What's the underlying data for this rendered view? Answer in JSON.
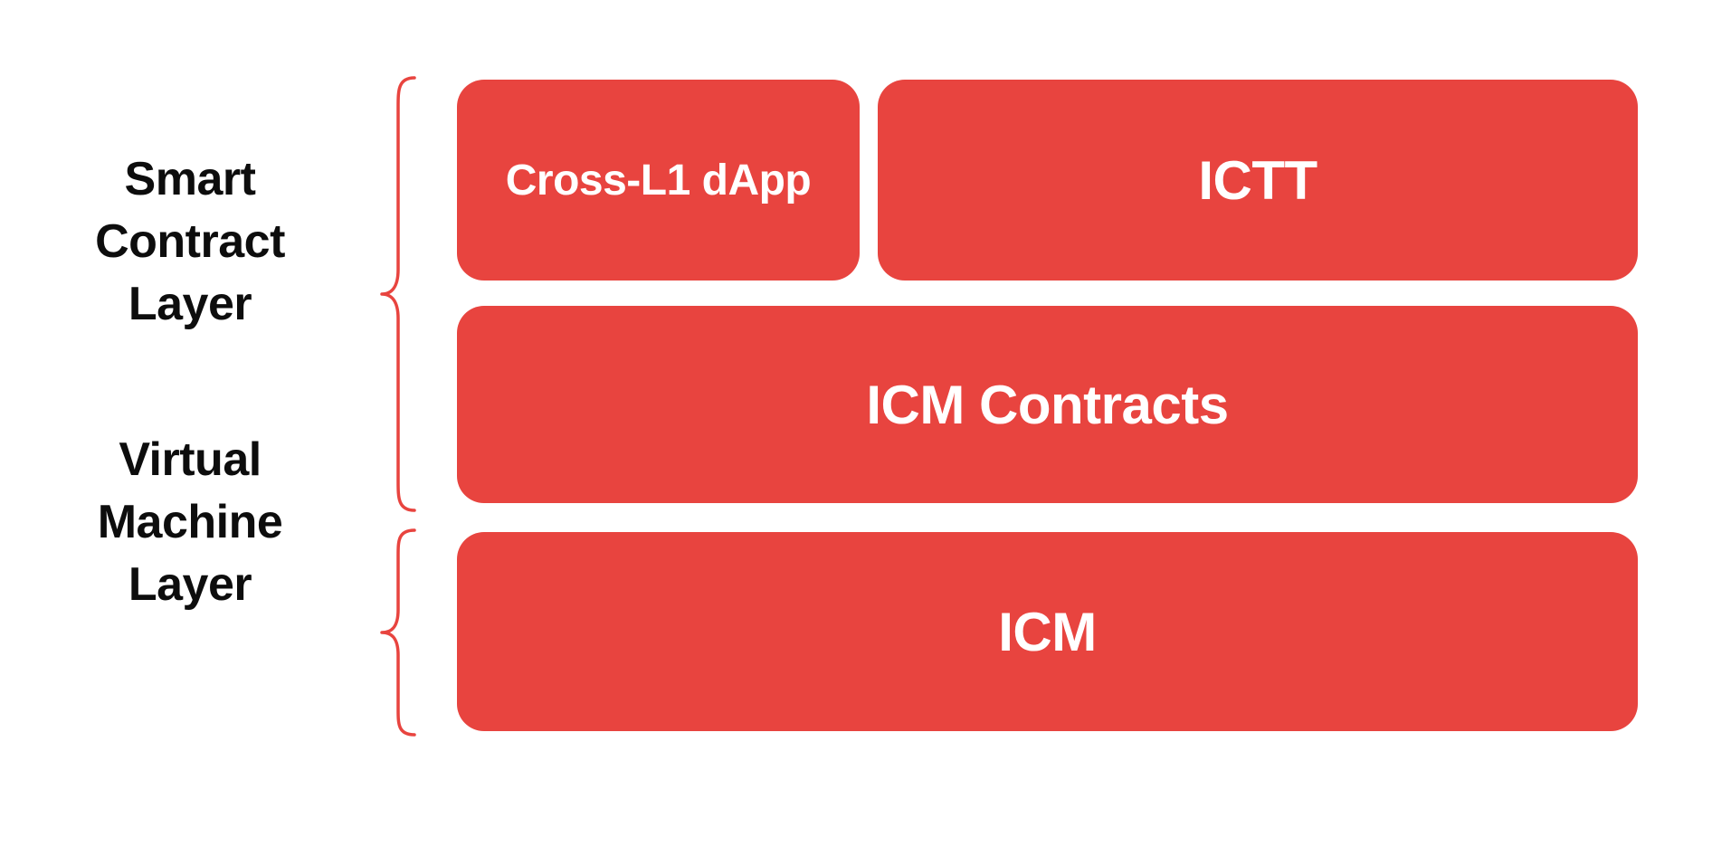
{
  "diagram": {
    "title": "Smart Contract and Virtual Machine Layer Stack",
    "background_color": "#FFFFFF",
    "accent_color": "#E8443F",
    "box_text_color": "#FFFFFF",
    "label_text_color": "#0D0D0D"
  },
  "layers": [
    {
      "id": "smart-contract-layer",
      "label": "Smart\nContract\nLayer",
      "brace_icon": "curly-brace-icon",
      "rows": [
        {
          "id": "row-apps",
          "boxes": [
            {
              "id": "cross-l1-dapp",
              "label": "Cross-L1 dApp"
            },
            {
              "id": "ictt",
              "label": "ICTT"
            }
          ]
        },
        {
          "id": "row-contracts",
          "boxes": [
            {
              "id": "icm-contracts",
              "label": "ICM Contracts"
            }
          ]
        }
      ]
    },
    {
      "id": "virtual-machine-layer",
      "label": "Virtual\nMachine\nLayer",
      "brace_icon": "curly-brace-icon",
      "rows": [
        {
          "id": "row-vm",
          "boxes": [
            {
              "id": "icm",
              "label": "ICM"
            }
          ]
        }
      ]
    }
  ]
}
